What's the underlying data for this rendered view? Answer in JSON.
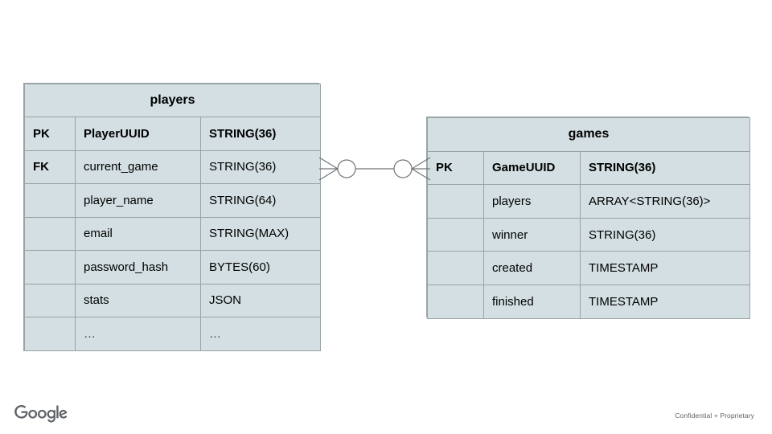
{
  "slide": {
    "background_color": "#ffffff",
    "entity_fill_color": "#d3dfe2",
    "entity_border_color": "#9aa3a6",
    "connector_color": "#6f7679"
  },
  "entities": [
    {
      "id": "players",
      "title": "players",
      "rows": [
        {
          "key": "PK",
          "name": "PlayerUUID",
          "type": "STRING(36)",
          "emphasis": "bold"
        },
        {
          "key": "FK",
          "name": "current_game",
          "type": "STRING(36)",
          "emphasis": "normal"
        },
        {
          "key": "",
          "name": "player_name",
          "type": "STRING(64)",
          "emphasis": "normal"
        },
        {
          "key": "",
          "name": "email",
          "type": "STRING(MAX)",
          "emphasis": "normal"
        },
        {
          "key": "",
          "name": "password_hash",
          "type": "BYTES(60)",
          "emphasis": "normal"
        },
        {
          "key": "",
          "name": "stats",
          "type": "JSON",
          "emphasis": "normal"
        },
        {
          "key": "",
          "name": "…",
          "type": "…",
          "emphasis": "ellipsis"
        }
      ]
    },
    {
      "id": "games",
      "title": "games",
      "rows": [
        {
          "key": "PK",
          "name": "GameUUID",
          "type": "STRING(36)",
          "emphasis": "bold"
        },
        {
          "key": "",
          "name": "players",
          "type": "ARRAY<STRING(36)>",
          "emphasis": "normal"
        },
        {
          "key": "",
          "name": "winner",
          "type": "STRING(36)",
          "emphasis": "normal"
        },
        {
          "key": "",
          "name": "created",
          "type": "TIMESTAMP",
          "emphasis": "normal"
        },
        {
          "key": "",
          "name": "finished",
          "type": "TIMESTAMP",
          "emphasis": "normal"
        }
      ]
    }
  ],
  "relationship": {
    "from": "players",
    "to": "games",
    "left_cardinality": "zero-or-many",
    "right_cardinality": "zero-or-many",
    "notation": "crows-foot"
  },
  "footer": {
    "logo_text": "Google",
    "logo_color": "#5f6368",
    "note": "Confidential + Proprietary"
  }
}
